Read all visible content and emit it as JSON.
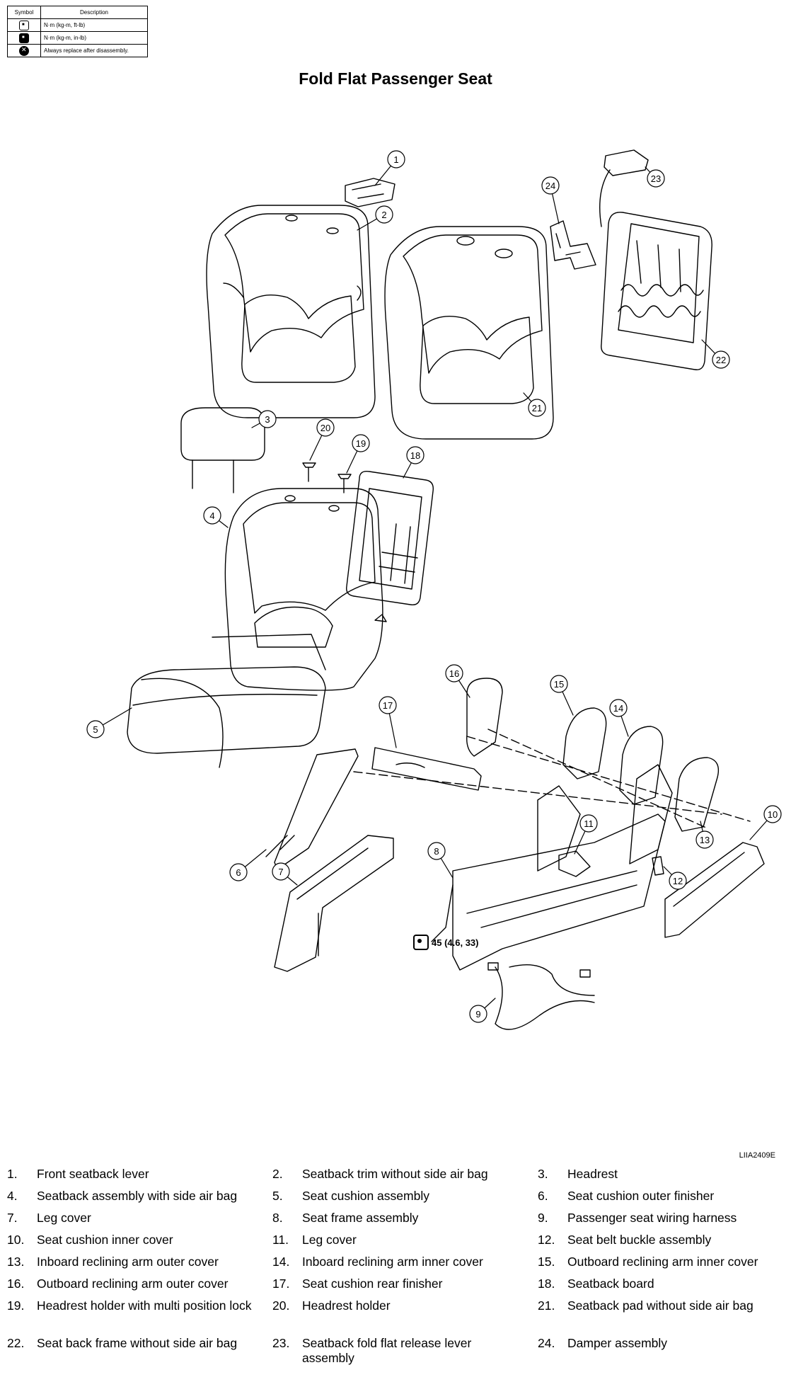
{
  "legend": {
    "header_symbol": "Symbol",
    "header_description": "Description",
    "rows": [
      {
        "icon": "torque-wrench-icon",
        "description": "N·m (kg-m, ft-lb)"
      },
      {
        "icon": "torque-wrench-dark-icon",
        "description": "N·m (kg-m, in-lb)"
      },
      {
        "icon": "replace-icon",
        "description": "Always replace after disassembly."
      }
    ]
  },
  "title": "Fold Flat Passenger Seat",
  "torque_label": "45 (4.6, 33)",
  "diagram_code": "LIIA2409E",
  "callouts": [
    "1",
    "2",
    "3",
    "4",
    "5",
    "6",
    "7",
    "8",
    "9",
    "10",
    "11",
    "12",
    "13",
    "14",
    "15",
    "16",
    "17",
    "18",
    "19",
    "20",
    "21",
    "22",
    "23",
    "24"
  ],
  "parts": [
    {
      "num": "1.",
      "name": "Front seatback lever"
    },
    {
      "num": "2.",
      "name": "Seatback trim without side air bag"
    },
    {
      "num": "3.",
      "name": "Headrest"
    },
    {
      "num": "4.",
      "name": "Seatback assembly with side air bag"
    },
    {
      "num": "5.",
      "name": "Seat cushion assembly"
    },
    {
      "num": "6.",
      "name": "Seat cushion outer finisher"
    },
    {
      "num": "7.",
      "name": "Leg cover"
    },
    {
      "num": "8.",
      "name": "Seat frame assembly"
    },
    {
      "num": "9.",
      "name": "Passenger seat wiring harness"
    },
    {
      "num": "10.",
      "name": "Seat cushion inner cover"
    },
    {
      "num": "11.",
      "name": "Leg cover"
    },
    {
      "num": "12.",
      "name": "Seat belt buckle assembly"
    },
    {
      "num": "13.",
      "name": "Inboard reclining arm outer cover"
    },
    {
      "num": "14.",
      "name": "Inboard reclining arm inner cover"
    },
    {
      "num": "15.",
      "name": "Outboard reclining arm inner cover"
    },
    {
      "num": "16.",
      "name": "Outboard reclining arm outer cover"
    },
    {
      "num": "17.",
      "name": "Seat cushion rear finisher"
    },
    {
      "num": "18.",
      "name": "Seatback board"
    },
    {
      "num": "19.",
      "name": "Headrest holder with multi position lock"
    },
    {
      "num": "20.",
      "name": "Headrest holder"
    },
    {
      "num": "21.",
      "name": "Seatback pad without side air bag"
    },
    {
      "num": "22.",
      "name": "Seat back frame without side air bag"
    },
    {
      "num": "23.",
      "name": "Seatback fold flat release lever assembly"
    },
    {
      "num": "24.",
      "name": "Damper assembly"
    }
  ]
}
